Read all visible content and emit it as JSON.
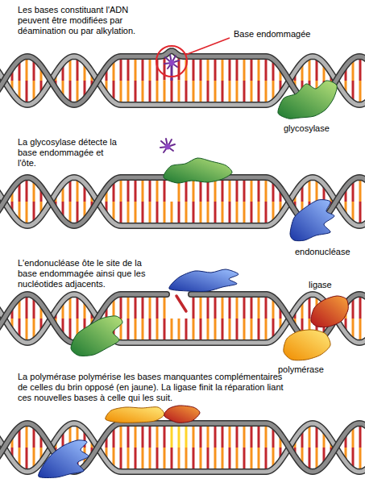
{
  "diagram": {
    "labels": [
      "Les bases constituant l'ADN peuvent être modifiées par déamination ou par alkylation.",
      "Base endommagée",
      "glycosylase",
      "La glycosylase détecte la base endommagée et l'ôte.",
      "endonucléase",
      "L'endonucléase ôte le site de la base endommagée ainsi que les nucléotides adjacents.",
      "ligase",
      "polymérase",
      "La polymérase polymérise les bases manquantes complémentaires de celles du brin opposé (en jaune). La ligase finit la réparation liant ces nouvelles bases à celle qui les suit."
    ]
  }
}
